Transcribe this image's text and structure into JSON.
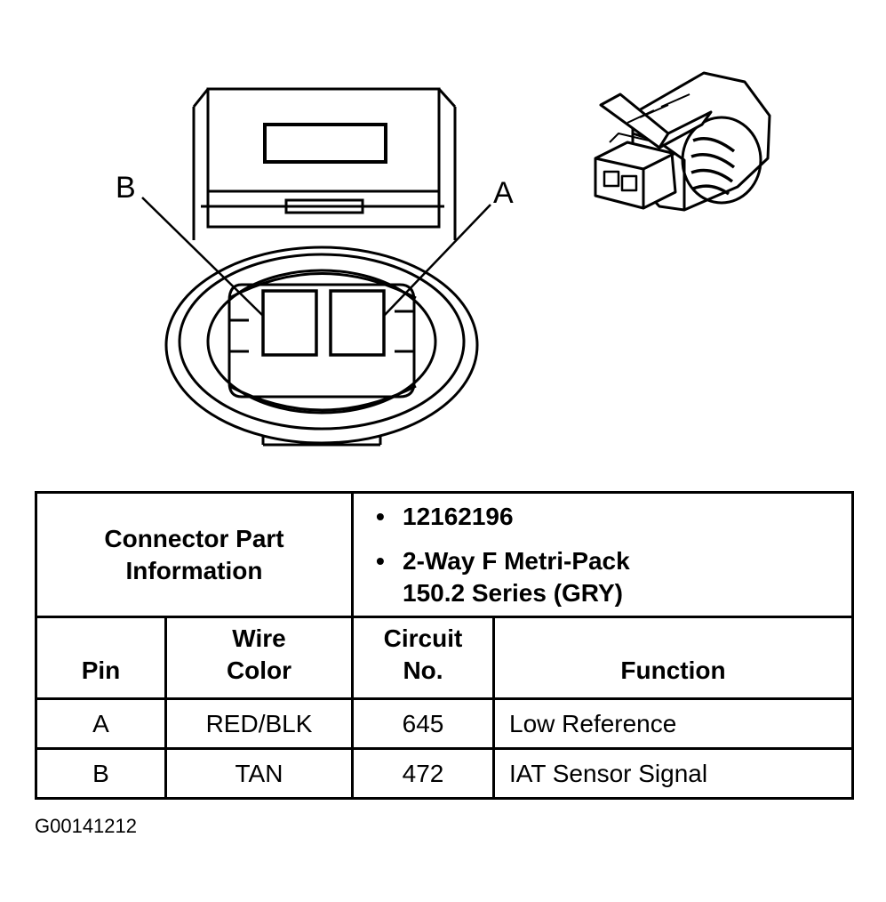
{
  "diagram": {
    "pin_b_label": "B",
    "pin_a_label": "A"
  },
  "table": {
    "part_info_header": [
      "Connector Part",
      "Information"
    ],
    "part_info_items": [
      [
        "12162196"
      ],
      [
        "2-Way F Metri-Pack",
        "150.2 Series (GRY)"
      ]
    ],
    "columns": {
      "pin": "Pin",
      "wire_color": [
        "Wire",
        "Color"
      ],
      "circuit": [
        "Circuit",
        "No."
      ],
      "function": "Function"
    },
    "rows": [
      {
        "pin": "A",
        "wire_color": "RED/BLK",
        "circuit": "645",
        "function": "Low Reference"
      },
      {
        "pin": "B",
        "wire_color": "TAN",
        "circuit": "472",
        "function": "IAT Sensor Signal"
      }
    ]
  },
  "figure_id": "G00141212"
}
